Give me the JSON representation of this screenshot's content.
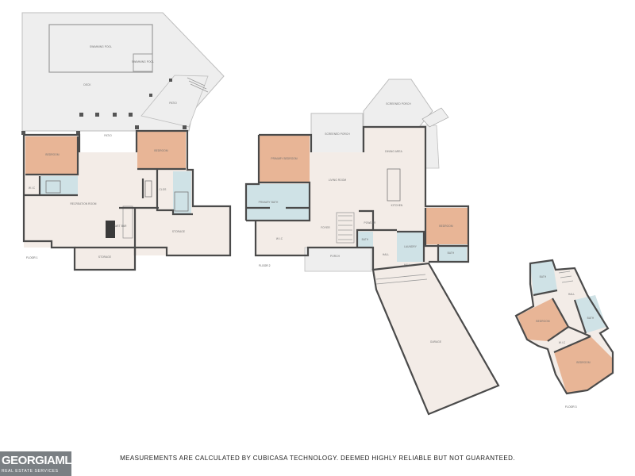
{
  "floors": [
    {
      "label": "FLOOR 1",
      "rooms": [
        "SWIMMING POOL",
        "SWIMMING POOL",
        "DECK",
        "PATIO",
        "PATIO",
        "BEDROOM",
        "BEDROOM",
        "W.I.C",
        "RECREATION ROOM",
        "WET BAR",
        "STORAGE",
        "STORAGE",
        "CLOS"
      ]
    },
    {
      "label": "FLOOR 2",
      "rooms": [
        "SCREENED PORCH",
        "SCREENED PORCH",
        "DINING AREA",
        "PRIMARY BEDROOM",
        "LIVING ROOM",
        "PRIMARY BATH",
        "W.I.C",
        "KITCHEN",
        "BEDROOM",
        "FOYER",
        "PORCH",
        "POWDER",
        "BATH",
        "LAUNDRY",
        "BATH",
        "HALL",
        "HALL",
        "GARAGE"
      ]
    },
    {
      "label": "FLOOR 3",
      "rooms": [
        "BATH",
        "HALL",
        "BATH",
        "BEDROOM",
        "W.I.C",
        "BEDROOM"
      ]
    }
  ],
  "colors": {
    "bedroom": "#e8b596",
    "bath": "#cfe2e6",
    "interior": "#f3ece7",
    "exterior": "#eeeeee",
    "wall": "#4a4a4a"
  },
  "footer": {
    "disclaimer": "MEASUREMENTS ARE CALCULATED BY CUBICASA TECHNOLOGY. DEEMED HIGHLY RELIABLE BUT NOT GUARANTEED.",
    "logo_main": "GEORGIAMLS",
    "logo_sub": "REAL ESTATE SERVICES"
  }
}
